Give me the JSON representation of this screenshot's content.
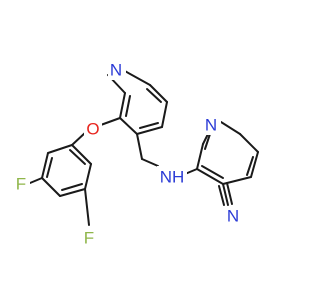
{
  "molecule": {
    "colors": {
      "bond": "#1a1a1a",
      "nitrogen": "#2b3bd6",
      "oxygen": "#e8261f",
      "fluorine": "#8fb64a",
      "background": "#ffffff"
    },
    "atom_labels": {
      "pyridine_n_top": "N",
      "ether_o": "O",
      "amine_nh": "NH",
      "pyridine_n_right": "N",
      "fluorine_ortho": "F",
      "fluorine_para": "F",
      "nitrile_n": "N"
    }
  }
}
